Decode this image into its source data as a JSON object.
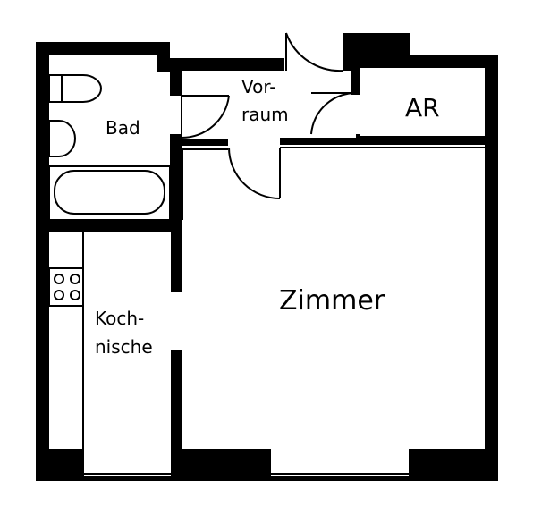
{
  "colors": {
    "wall": "#000000",
    "background": "#ffffff",
    "fixture_stroke": "#000000"
  },
  "rooms": {
    "bad": "Bad",
    "vorraum_line1": "Vor-",
    "vorraum_line2": "raum",
    "ar": "AR",
    "zimmer": "Zimmer",
    "kochnische_line1": "Koch-",
    "kochnische_line2": "nische"
  },
  "fixtures": [
    "toilet-icon",
    "sink-icon",
    "bathtub-icon",
    "stove-icon"
  ]
}
